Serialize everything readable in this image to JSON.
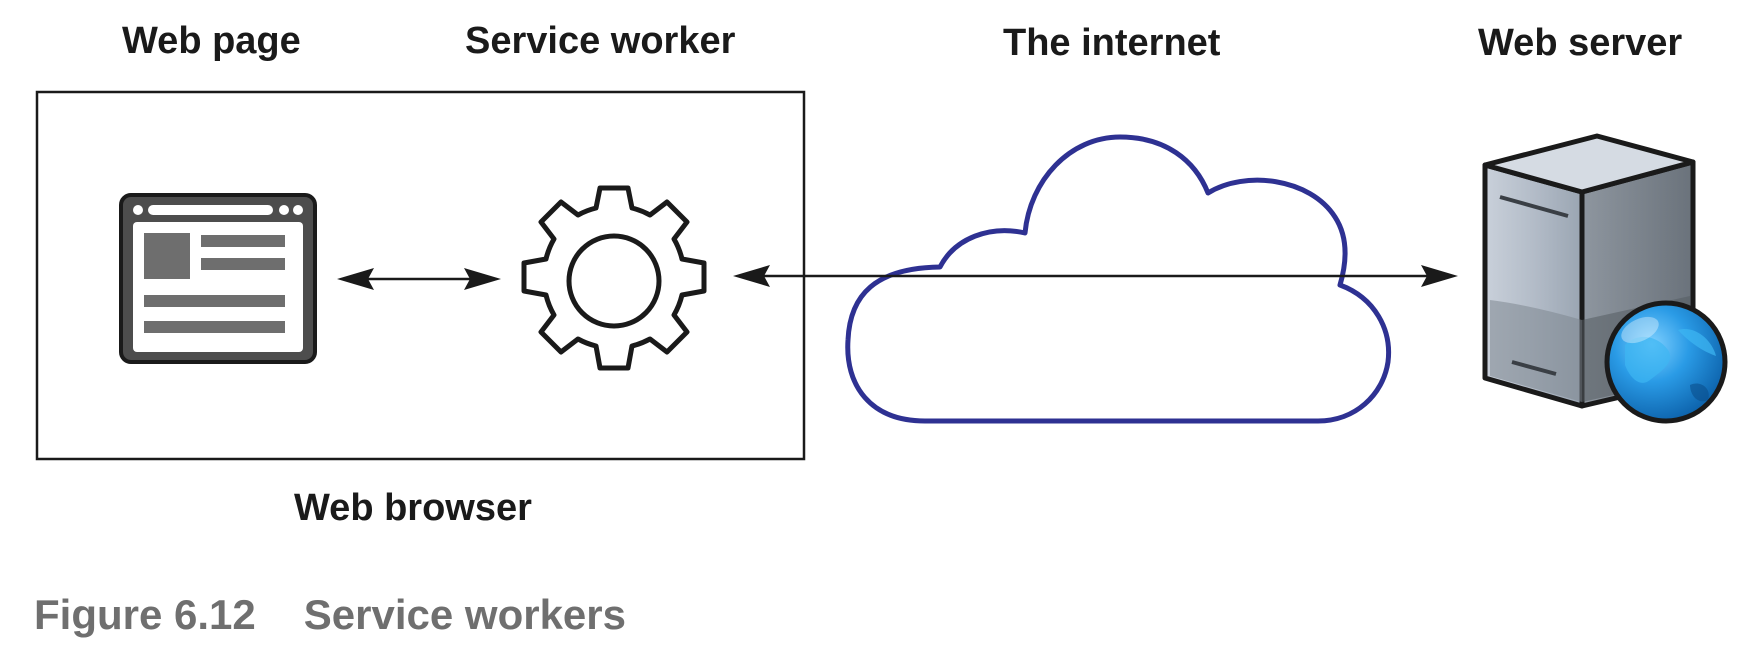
{
  "labels": {
    "web_page": "Web page",
    "service_worker": "Service worker",
    "internet": "The internet",
    "web_server": "Web server",
    "web_browser": "Web browser"
  },
  "caption": {
    "number": "Figure 6.12",
    "title": "Service workers"
  },
  "icons": {
    "web_page": "browser-window-icon",
    "service_worker": "gear-icon",
    "internet": "cloud-icon",
    "web_server": "server-globe-icon"
  },
  "colors": {
    "cloud_outline": "#2e3192",
    "globe": "#1e88d6",
    "caption_text": "#6f6f6f"
  }
}
